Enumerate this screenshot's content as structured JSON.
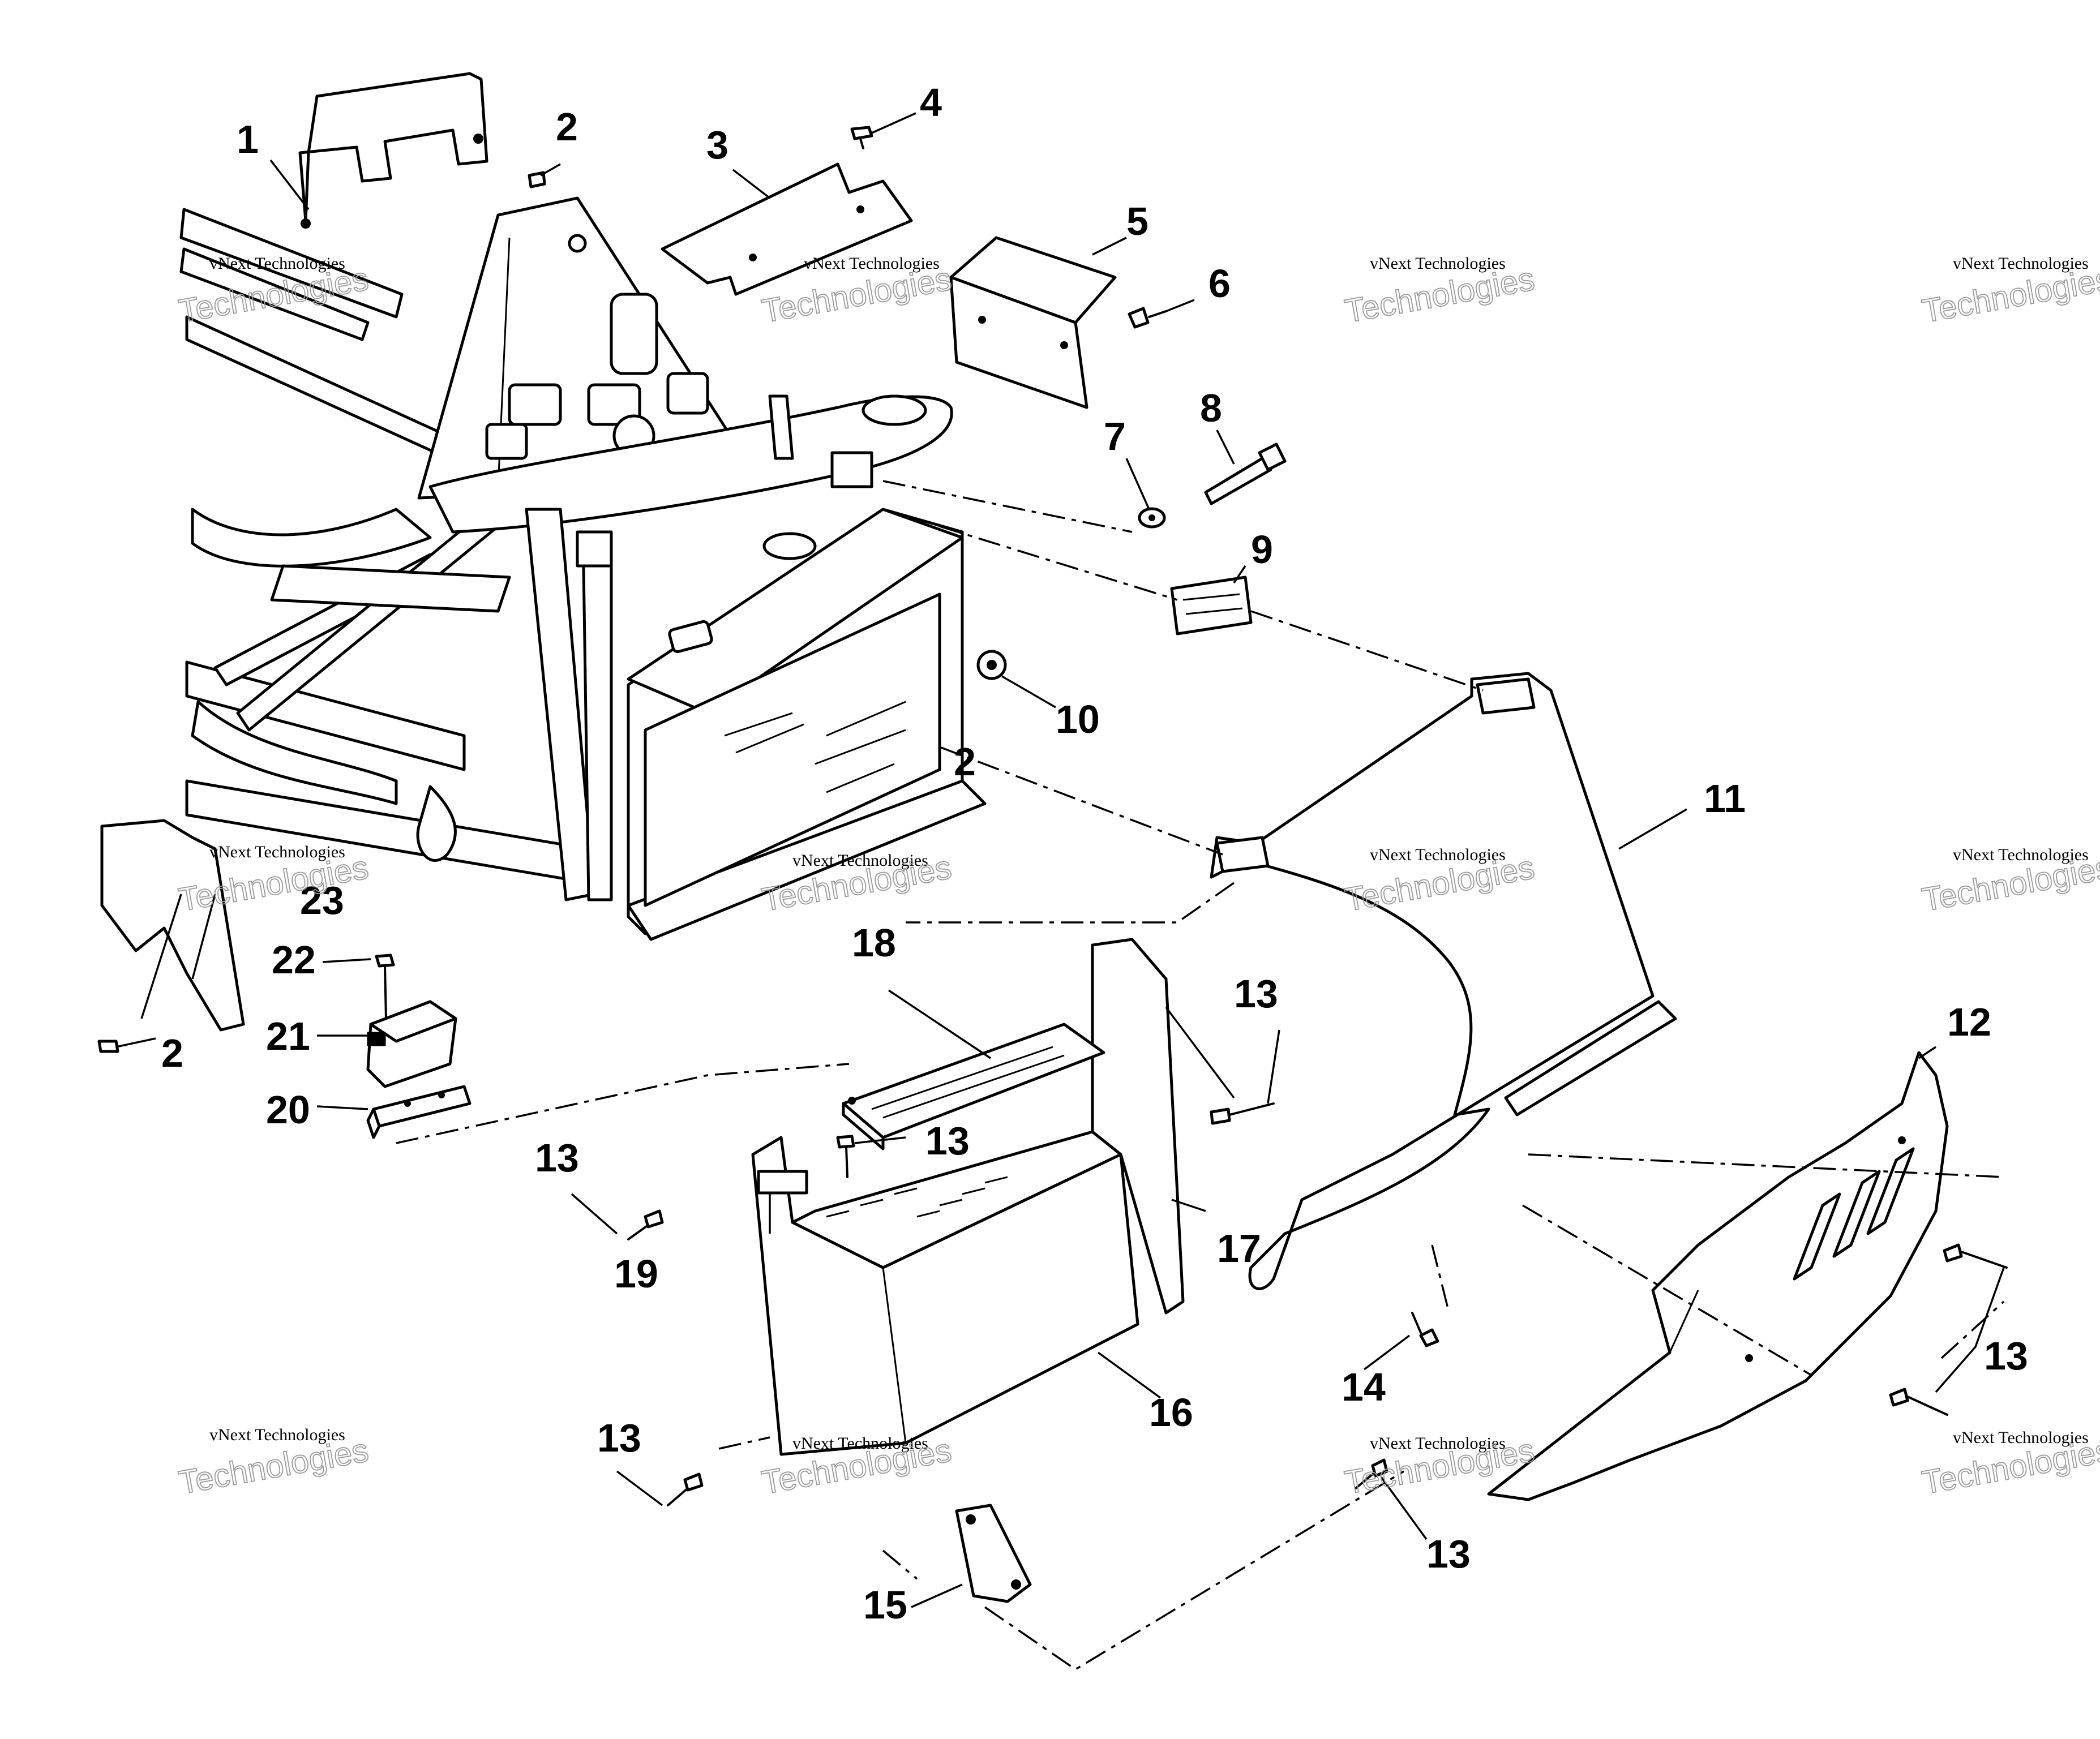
{
  "callouts": [
    "1",
    "2",
    "3",
    "4",
    "5",
    "6",
    "7",
    "8",
    "9",
    "10",
    "2",
    "11",
    "12",
    "13",
    "13",
    "13",
    "13",
    "13",
    "13",
    "14",
    "15",
    "16",
    "17",
    "18",
    "19",
    "20",
    "21",
    "22",
    "23",
    "2"
  ],
  "watermark": {
    "line1": "vNext Technologies",
    "line2": "Technologies"
  }
}
